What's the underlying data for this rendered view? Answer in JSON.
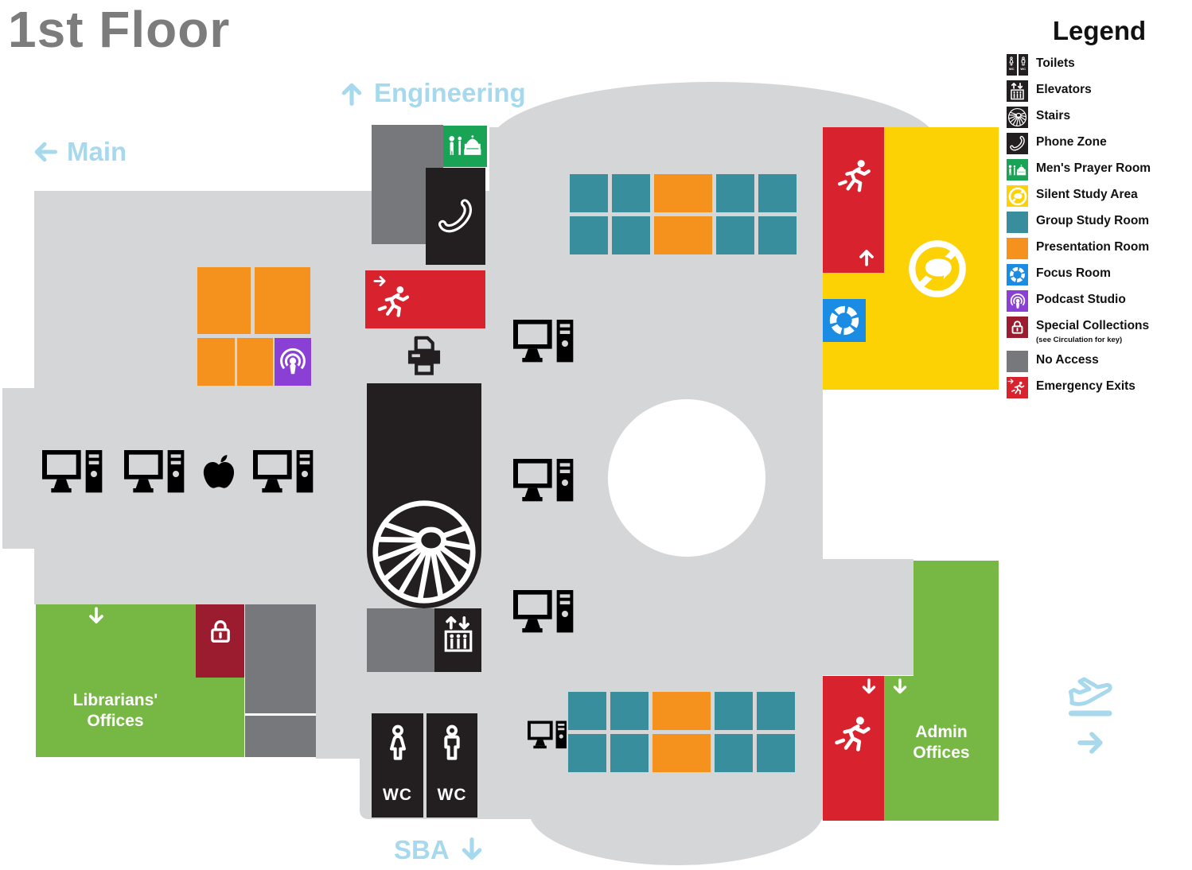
{
  "title": "1st Floor",
  "nav": {
    "main": "Main",
    "engineering": "Engineering",
    "sba": "SBA"
  },
  "legend": {
    "title": "Legend",
    "items": [
      {
        "label": "Toilets"
      },
      {
        "label": "Elevators"
      },
      {
        "label": "Stairs"
      },
      {
        "label": "Phone Zone"
      },
      {
        "label": "Men's Prayer Room"
      },
      {
        "label": "Silent Study Area"
      },
      {
        "label": "Group Study Room"
      },
      {
        "label": "Presentation Room"
      },
      {
        "label": "Focus Room"
      },
      {
        "label": "Podcast Studio"
      },
      {
        "label": "Special Collections",
        "sublabel": "(see Circulation for key)"
      },
      {
        "label": "No Access"
      },
      {
        "label": "Emergency Exits"
      }
    ]
  },
  "rooms": {
    "librarians_offices": {
      "line1": "Librarians'",
      "line2": "Offices"
    },
    "admin_offices": {
      "line1": "Admin",
      "line2": "Offices"
    }
  },
  "labels": {
    "wc": "WC"
  },
  "colors": {
    "floor": "#d5d6d8",
    "no_access": "#77787c",
    "black_room": "#231f20",
    "emergency_red": "#d8232f",
    "special_collections_red": "#9b1b2f",
    "office_green": "#76b843",
    "prayer_green": "#18a355",
    "group_study_teal": "#388e9c",
    "presentation_orange": "#f5921e",
    "silent_yellow": "#fdd205",
    "focus_blue": "#1b8ce4",
    "podcast_purple": "#8a40d4",
    "nav_blue": "#a6d9ee",
    "title_gray": "#7c7c7c"
  }
}
